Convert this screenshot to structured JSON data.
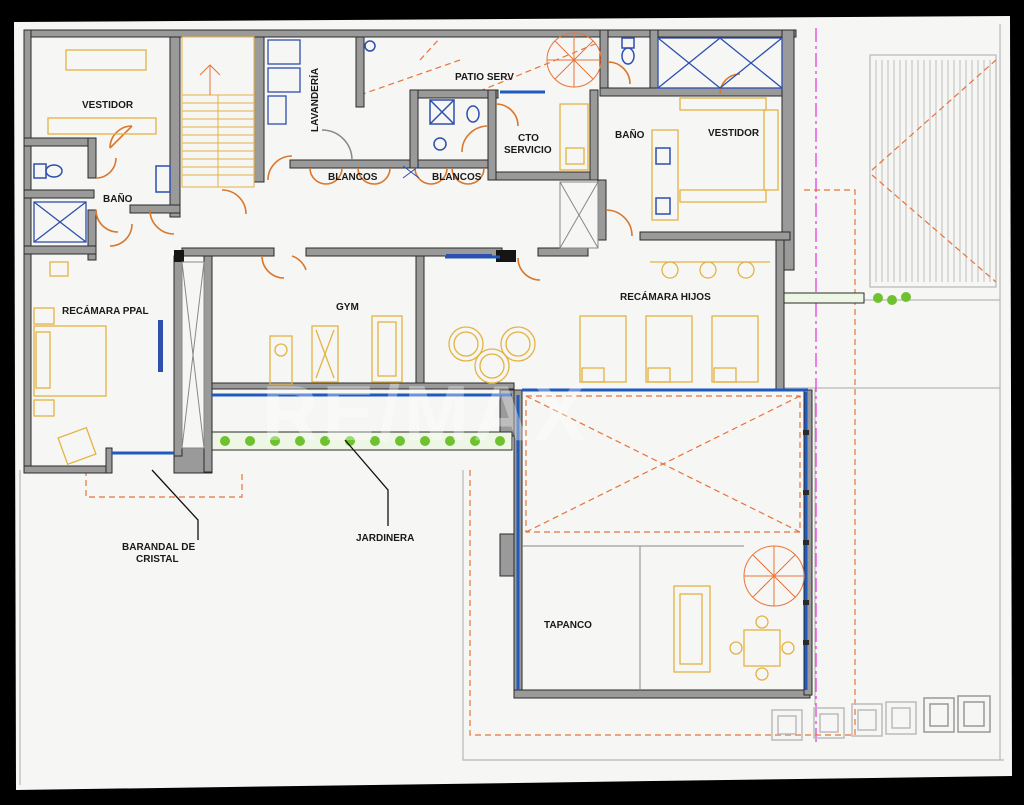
{
  "colors": {
    "wall": "#9a9a9a",
    "wall_outline": "#2a2a2a",
    "door": "#d9782d",
    "furniture": "#e3b343",
    "dashed": "#e8743a",
    "glass": "#1f5bbf",
    "plant": "#6fc22f",
    "fixture": "#2d4fae",
    "property_line": "#e040e0",
    "paper": "#f6f6f4",
    "background": "#000000"
  },
  "watermark": "RE/MAX",
  "rooms": {
    "vestidor_left": "VESTIDOR",
    "bano_left": "BAÑO",
    "lavanderia": "LAVANDERÍA",
    "patio_serv": "PATIO SERV",
    "cto_servicio_line1": "CTO",
    "cto_servicio_line2": "SERVICIO",
    "bano_right": "BAÑO",
    "vestidor_right": "VESTIDOR",
    "blancos_left": "BLANCOS",
    "blancos_right": "BLANCOS",
    "recamara_ppal": "RECÁMARA PPAL",
    "gym": "GYM",
    "recamara_hijos": "RECÁMARA HIJOS",
    "tapanco": "TAPANCO"
  },
  "annotations": {
    "barandal_line1": "BARANDAL DE",
    "barandal_line2": "CRISTAL",
    "jardinera": "JARDINERA"
  },
  "icons": [
    "stair-icon",
    "spiral-stair-icon",
    "toilet-icon",
    "sink-icon",
    "bed-icon",
    "treadmill-icon",
    "gym-machine-icon",
    "sofa-icon",
    "dining-table-icon",
    "washer-icon",
    "plant-icon",
    "door-swing-icon"
  ]
}
